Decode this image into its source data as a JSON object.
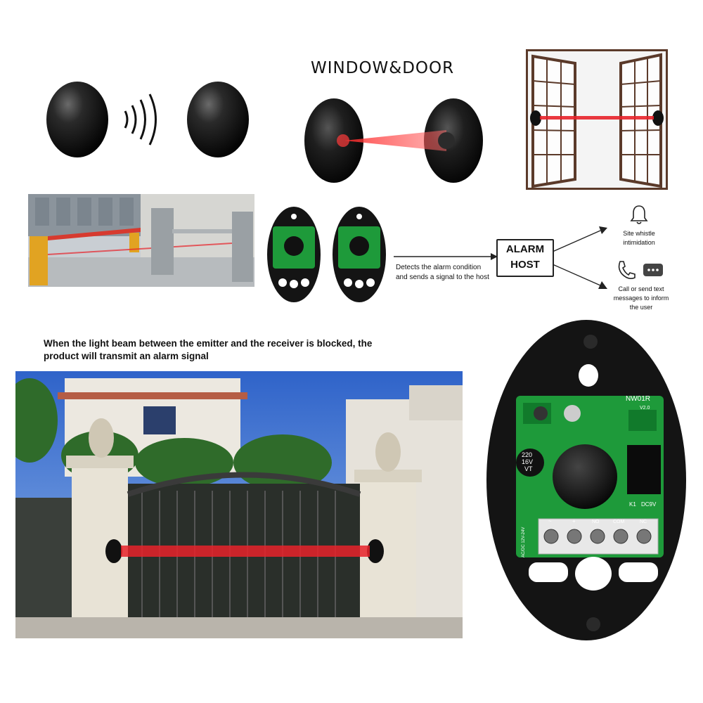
{
  "heading": "WINDOW&DOOR",
  "alarm_host": {
    "line1": "ALARM",
    "line2": "HOST"
  },
  "detect_caption": {
    "line1": "Detects the alarm condition",
    "line2": "and sends a signal to the host"
  },
  "output_whistle": {
    "line1": "Site whistle",
    "line2": "intimidation"
  },
  "output_call": {
    "line1": "Call or send text",
    "line2": "messages to inform",
    "line3": "the user"
  },
  "description": {
    "line1": "When the light beam between the emitter and the receiver is blocked, the",
    "line2": "product will transmit an alarm signal"
  },
  "pcb": {
    "model": "NW01R",
    "version": "V2.0",
    "capacitor": [
      "220",
      "16V",
      "VT"
    ],
    "terminals": [
      "~",
      "+",
      "NO",
      "COM",
      "NC"
    ],
    "power_label": "DC9V",
    "relay_label": "K1",
    "side_label": "AC/DC 12V-24V"
  },
  "colors": {
    "beam": "#e8222a",
    "pcb": "#1e9a3a",
    "housing": "#141414"
  }
}
